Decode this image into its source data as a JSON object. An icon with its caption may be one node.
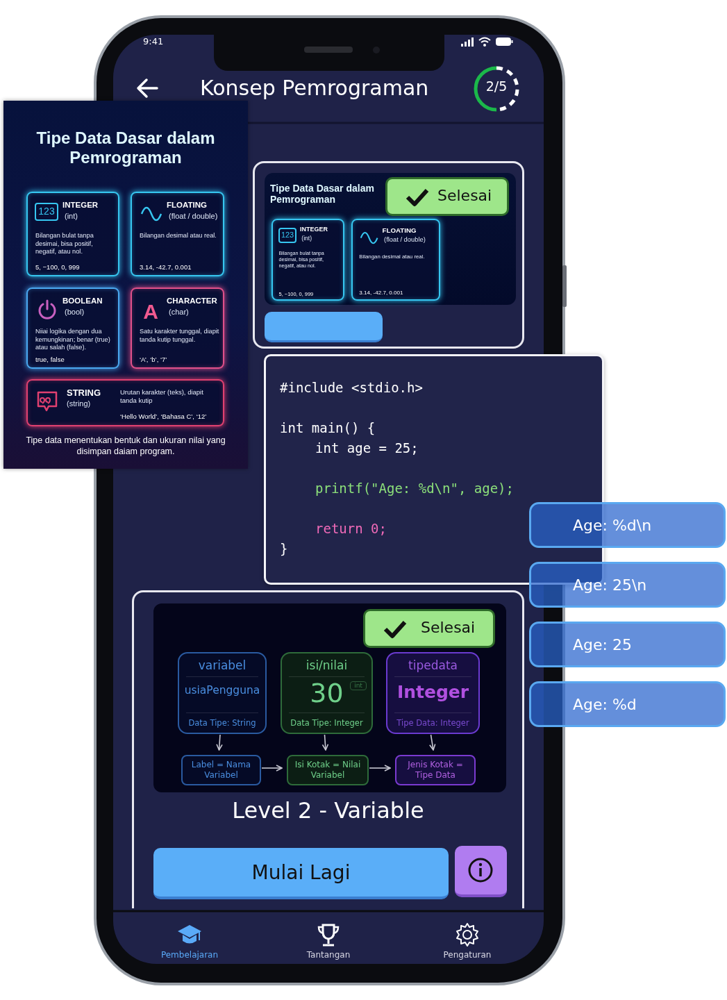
{
  "diagram": {
    "nodes": [
      {
        "text": [
          "Tipe Data Dasar dalam Pemrograman",
          "Tipe data menentukan bentuk dan ukuran nilai yang disimpan daiam program."
        ]
      },
      {
        "text": [
          "123",
          "INTEGER",
          "(int)",
          "Bilangan bulat tanpa desimai, bisa positif, negatif, atau nol.",
          "5, −100, 0, 999"
        ],
        "in": 0
      },
      {
        "text": [
          "FLOATING",
          "(float / double)",
          "Bilangan desimal atau real.",
          "3.14, -42.7, 0.001"
        ],
        "in": 0
      },
      {
        "text": [
          "BOOLEAN",
          "(bool)",
          "Niiai logika dengan dua kemungkinan; benar (true) atau salah (false).",
          "true, false"
        ],
        "in": 0
      },
      {
        "text": [
          "A",
          "CHARACTER",
          "(char)",
          "Satu karakter tunggal, diapit tanda kutip tunggal.",
          "‘A’, ‘b’, ‘7’"
        ],
        "in": 0
      },
      {
        "text": [
          "STRING",
          "(string)",
          "Urutan karakter (teks), diapit tanda kutip",
          "‘Hello World’, ‘Bahasa C’, ‘12’"
        ],
        "in": 0
      },
      {
        "text": [],
        "shape": "box"
      },
      {
        "text": [
          "Tipe Data Dasar dalam Pemrograman"
        ],
        "in": 6
      },
      {
        "text": [
          "123",
          "INTEGER",
          "(int)",
          "Bilangan bulat tanpa desimai, bisa positif, negatif, atau nol.",
          "5, −100, 0, 999"
        ],
        "in": 7
      },
      {
        "text": [
          "FLOATING",
          "(float / double)",
          "Bilangan desimal atau real.",
          "3.14, -42.7, 0.001"
        ],
        "in": 7
      },
      {
        "text": [
          "Selesai"
        ],
        "in": 7
      },
      {
        "text": [],
        "shape": "box",
        "in": 6
      },
      {
        "text": [
          "#include <stdio.h>",
          "int main() {",
          "int age = 25;",
          "printf(\"Age: %d\\n\", age);",
          "return 0;",
          "}"
        ]
      },
      {
        "text": [
          "Age: %d\\n"
        ]
      },
      {
        "text": [
          "Age: 25\\n"
        ]
      },
      {
        "text": [
          "Age: 25"
        ]
      },
      {
        "text": [
          "Age: %d"
        ]
      },
      {
        "text": [
          "Level 2 - Variable"
        ]
      },
      {
        "text": [],
        "shape": "box",
        "in": 17
      },
      {
        "text": [
          "variabel",
          "usiaPengguna",
          "Data Tipe: String"
        ],
        "in": 18
      },
      {
        "text": [
          "isi/nilai",
          "30",
          "int",
          "Data Tipe: Integer"
        ],
        "in": 18
      },
      {
        "text": [
          "tipedata",
          "Integer",
          "Tipe Data: Integer"
        ],
        "in": 18
      },
      {
        "text": [
          "Label = Nama Variabel"
        ],
        "in": 18
      },
      {
        "text": [
          "Isi Kotak = Nilai Variabel"
        ],
        "in": 18
      },
      {
        "text": [
          "Jenis Kotak = Tipe Data"
        ],
        "in": 18
      },
      {
        "text": [
          "Selesai"
        ],
        "in": 18
      },
      {
        "text": [
          "Mulai Lagi"
        ],
        "in": 17
      }
    ],
    "edges": [
      {
        "from": 19,
        "to": 22,
        "arrow": "to"
      },
      {
        "from": 20,
        "to": 23,
        "arrow": "to"
      },
      {
        "from": 21,
        "to": 24,
        "arrow": "to"
      },
      {
        "from": 22,
        "to": 23,
        "arrow": "to"
      },
      {
        "from": 23,
        "to": 24,
        "arrow": "to"
      }
    ],
    "labels": [
      "9:41",
      "Konsep Pemrograman",
      "2/5",
      "Pembelajaran",
      "Tantangan",
      "Pengaturan"
    ]
  }
}
